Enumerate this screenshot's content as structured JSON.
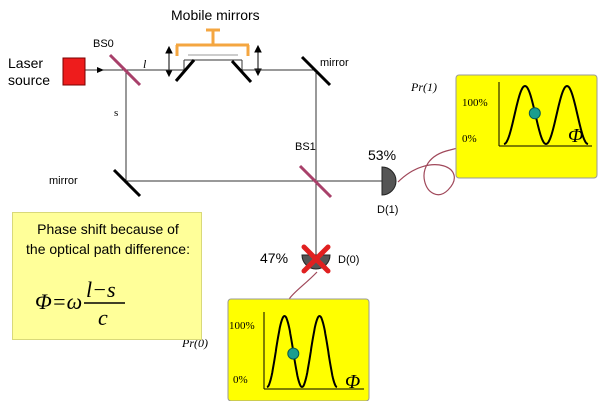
{
  "labels": {
    "mobile_mirrors": "Mobile mirrors",
    "laser_source_line1": "Laser",
    "laser_source_line2": "source",
    "bs0": "BS0",
    "bs1": "BS1",
    "mirror_top_right": "mirror",
    "mirror_bottom_left": "mirror",
    "path_l": "l",
    "path_s": "s",
    "percent_53": "53%",
    "percent_47": "47%",
    "detector_1": "D(1)",
    "detector_0": "D(0)"
  },
  "phase_box": {
    "text_line1": "Phase shift because of",
    "text_line2": "the optical path difference:",
    "formula_lhs": "Φ=ω",
    "formula_num": "l−s",
    "formula_den": "c"
  },
  "plot_top": {
    "label": "Pr(1)",
    "y_top": "100%",
    "y_bottom": "0%",
    "x_symbol": "Φ",
    "marker_value": 0.53
  },
  "plot_bottom": {
    "label": "Pr(0)",
    "y_top": "100%",
    "y_bottom": "0%",
    "x_symbol": "Φ",
    "marker_value": 0.47
  },
  "colors": {
    "laser": "#ee1c1c",
    "beam_splitter": "#a8406a",
    "mirror_mount": "#f4a640",
    "plot_bg": "#ffff00",
    "phase_box_bg": "#ffff99",
    "marker": "#1b9e8f",
    "detector": "#555555",
    "trace": "#a0485a"
  }
}
